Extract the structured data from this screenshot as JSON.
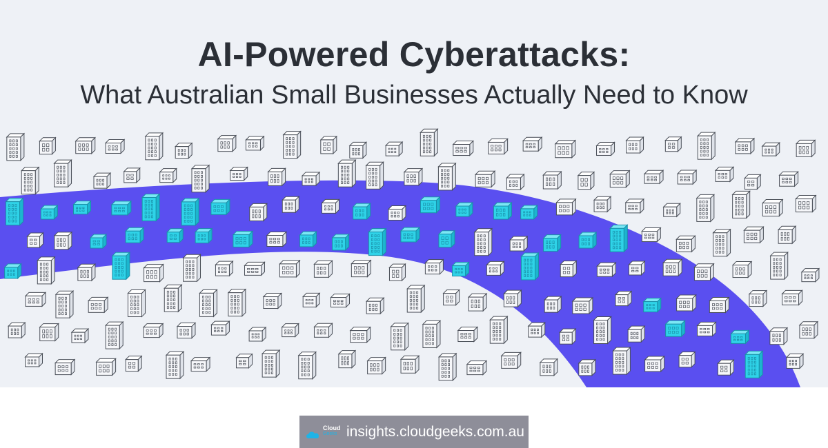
{
  "banner": {
    "title": "AI-Powered Cyberattacks:",
    "subtitle": "What Australian Small Businesses Actually Need to Know"
  },
  "footer": {
    "logo_line1": "Cloud",
    "logo_line2": "Geeks",
    "site": "insights.cloudgeeks.com.au"
  },
  "colors": {
    "background": "#eef1f6",
    "band": "#5a4ff0",
    "highlight": "#2fd3e8",
    "outline": "#4a4f58",
    "badge": "#8e8e99"
  },
  "icons": [
    "office-building-icon",
    "cloud-icon"
  ]
}
